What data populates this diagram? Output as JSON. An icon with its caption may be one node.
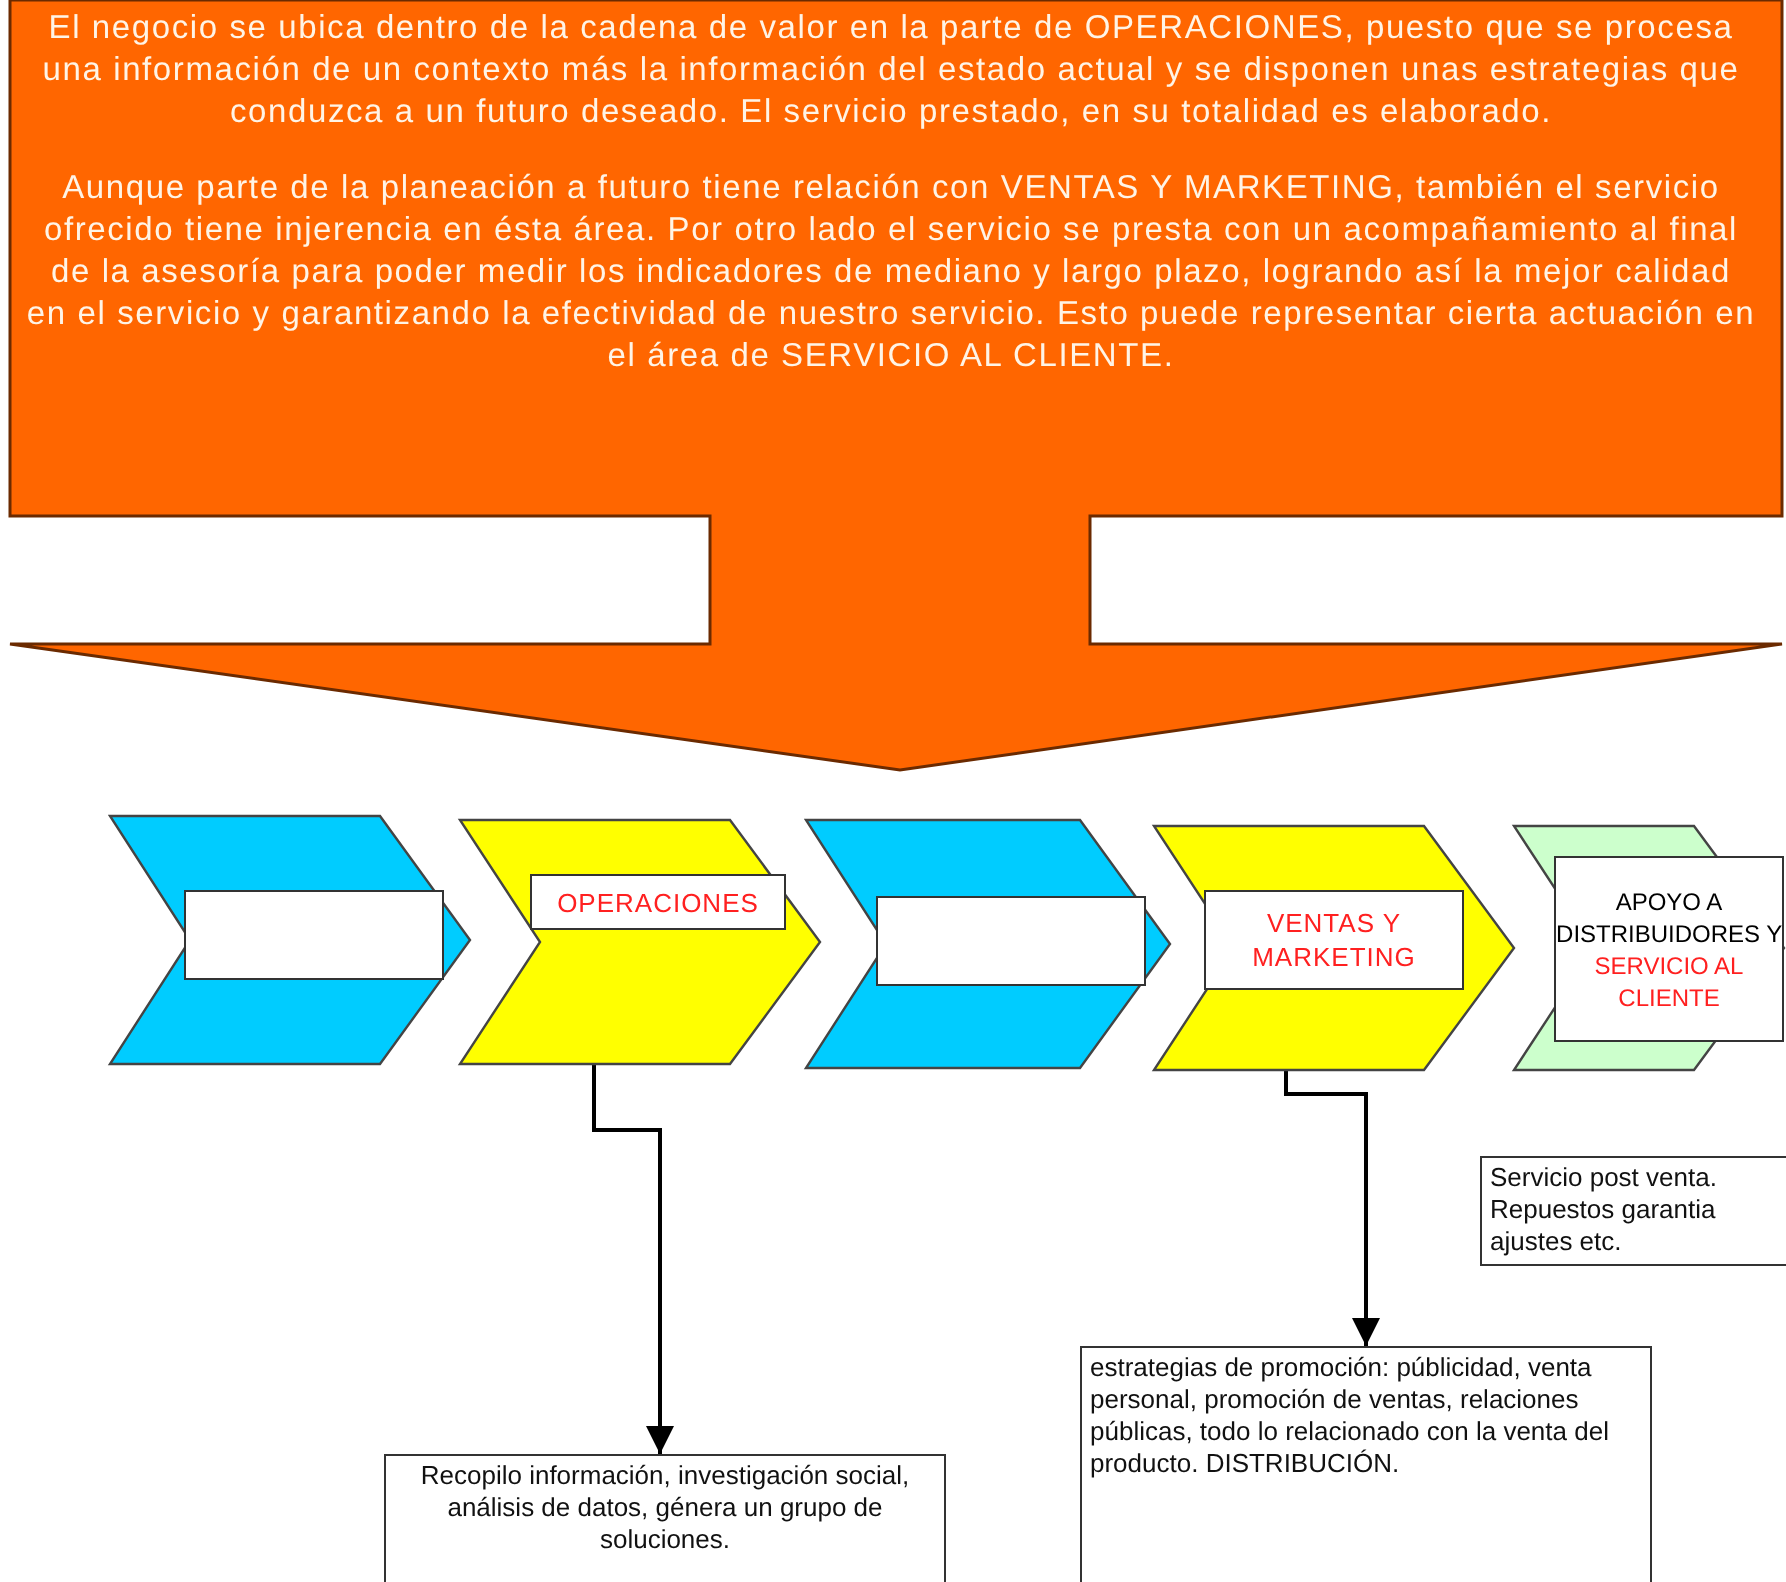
{
  "diagram": {
    "nodes": [
      {
        "text": [
          "El negocio se ubica dentro de la cadena de valor en la parte de OPERACIONES, puesto que se procesa una información de un contexto más la información del estado actual y se disponen unas estrategias que conduzca a un futuro deseado. El servicio prestado, en su totalidad es elaborado.",
          "Aunque parte de la planeación a futuro tiene relación con VENTAS Y MARKETING, también el servicio ofrecido tiene injerencia en ésta área. Por otro lado el servicio se presta con un acompañamiento al final de la asesoría para poder medir los indicadores de mediano y largo plazo, logrando así la mejor calidad en el servicio y garantizando la efectividad de nuestro servicio. Esto puede representar cierta actuación en el área de SERVICIO AL CLIENTE."
        ]
      },
      {
        "text": [],
        "shape": "chevron"
      },
      {
        "text": [
          "OPERACIONES"
        ]
      },
      {
        "text": [],
        "shape": "chevron"
      },
      {
        "text": [
          "VENTAS Y MARKETING"
        ]
      },
      {
        "text": [
          "APOYO A DISTRIBUIDORES Y",
          "SERVICIO AL CLIENTE"
        ]
      },
      {
        "text": [
          "Servicio post venta. Repuestos garantia ajustes etc."
        ]
      },
      {
        "text": [
          "Recopilo información, investigación social, análisis de datos, génera un grupo de soluciones."
        ]
      },
      {
        "text": [
          "estrategias de promoción: públicidad, venta personal, promoción de ventas, relaciones públicas, todo lo relacionado con la venta del producto. DISTRIBUCIÓN."
        ]
      }
    ],
    "edges": [
      {
        "from": 2,
        "to": 7,
        "arrow": "to"
      },
      {
        "from": 4,
        "to": 8,
        "arrow": "to"
      }
    ]
  }
}
